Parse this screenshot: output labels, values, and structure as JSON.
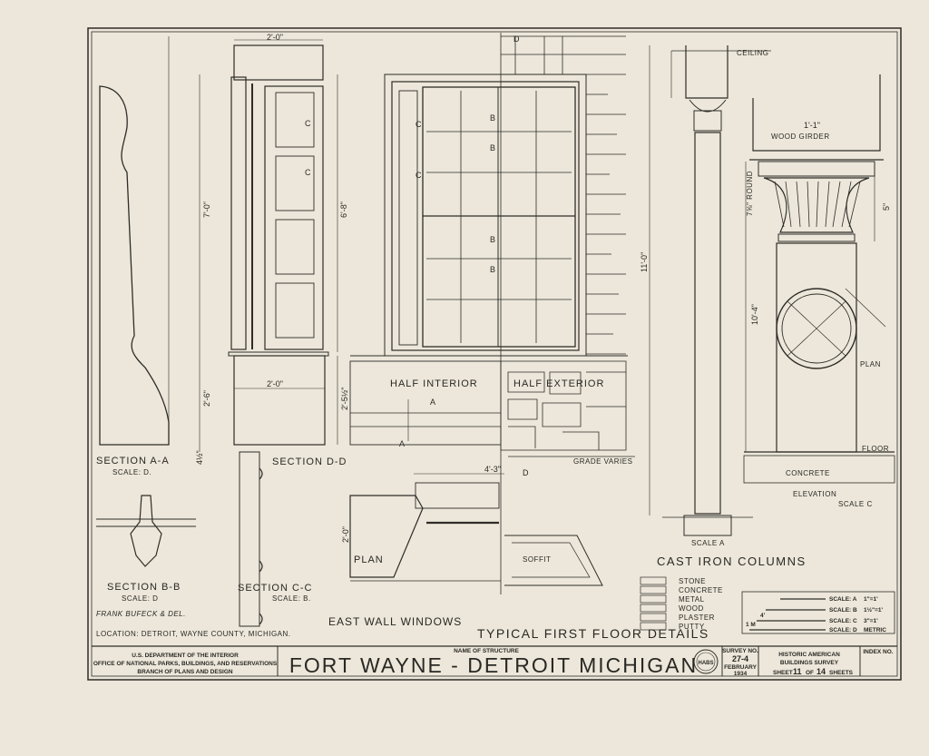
{
  "drawing": {
    "views": {
      "section_aa": "SECTION A-A",
      "section_aa_scale": "SCALE: D.",
      "section_dd": "SECTION D-D",
      "section_bb": "SECTION B-B",
      "section_bb_scale": "SCALE: D",
      "section_cc": "SECTION C-C",
      "section_cc_scale": "SCALE: B.",
      "half_interior": "HALF INTERIOR",
      "half_exterior": "HALF EXTERIOR",
      "plan": "PLAN",
      "soffit": "SOFFIT",
      "grade_varies": "GRADE VARIES",
      "ceiling": "CEILING",
      "wood_girder": "WOOD GIRDER",
      "column_plan": "PLAN",
      "floor": "FLOOR",
      "concrete": "CONCRETE",
      "elevation": "ELEVATION",
      "elevation_scale": "SCALE C",
      "column_scale": "SCALE A",
      "cast_iron_columns": "CAST IRON COLUMNS",
      "east_wall_windows": "EAST WALL WINDOWS",
      "typical_details": "TYPICAL FIRST FLOOR DETAILS"
    },
    "dimensions": {
      "d_2_0_top": "2'-0\"",
      "d_7_0": "7'-0\"",
      "d_6_8": "6'-8\"",
      "d_2_6": "2'-6\"",
      "d_2_0_sill": "2'-0\"",
      "d_2_5_half": "2'-5½\"",
      "d_4_half": "4½\"",
      "d_4_3": "4'-3\"",
      "d_2_0_plan": "2'-0\"",
      "d_11_0": "11'-0\"",
      "d_10_4": "10'-4\"",
      "d_1_1": "1'-1\"",
      "d_7_8": "7⅝\" ROUND",
      "d_5": "5\""
    },
    "markers": {
      "a": "A",
      "b": "B",
      "c": "C",
      "d": "D"
    },
    "legend": {
      "items": [
        "STONE",
        "CONCRETE",
        "METAL",
        "WOOD",
        "PLASTER",
        "PUTTY"
      ]
    },
    "scales": {
      "a": "SCALE: A",
      "a_val": "1\"=1'",
      "b": "SCALE: B",
      "b_val": "1½\"=1'",
      "c": "SCALE: C",
      "c_val": "3\"=1'",
      "d": "SCALE: D",
      "d_val": "METRIC",
      "tick_1m": "1 M",
      "tick_4": "4'"
    },
    "credits": {
      "drawn_by": "FRANK BUFECK & DEL.",
      "location": "LOCATION: DETROIT, WAYNE COUNTY, MICHIGAN."
    }
  },
  "title_block": {
    "agency_line1": "U.S. DEPARTMENT OF THE INTERIOR",
    "agency_line2": "OFFICE OF NATIONAL PARKS, BUILDINGS, AND RESERVATIONS",
    "agency_line3": "BRANCH OF PLANS AND DESIGN",
    "name_caption": "NAME OF STRUCTURE",
    "structure_name": "FORT WAYNE - DETROIT MICHIGAN",
    "seal": "HABS",
    "survey_caption": "SURVEY NO.",
    "survey_no": "27-4",
    "date_month": "FEBRUARY",
    "date_year": "1934",
    "habs_line1": "HISTORIC AMERICAN",
    "habs_line2": "BUILDINGS SURVEY",
    "sheet_prefix": "SHEET",
    "sheet_no": "11",
    "sheet_of": "OF",
    "sheet_total": "14",
    "sheet_suffix": "SHEETS",
    "index_caption": "INDEX NO."
  },
  "colors": {
    "paper": "#ece7da",
    "ink": "#2e2c28"
  }
}
